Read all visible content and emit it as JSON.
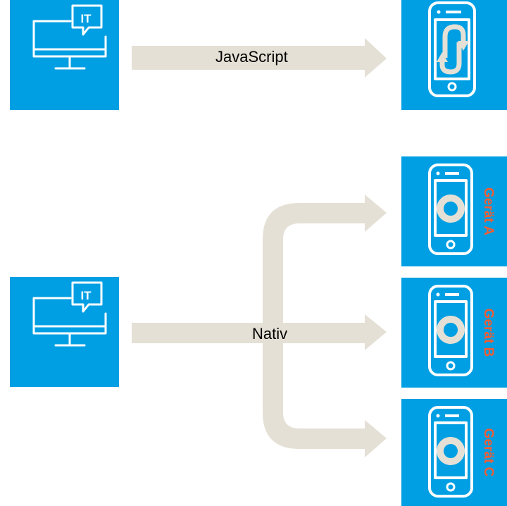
{
  "colors": {
    "tile_background": "#009fe3",
    "arrow_fill": "#e4e0d5",
    "device_label": "#f25c33",
    "icon_stroke": "#ffffff"
  },
  "top_flow": {
    "source_icon": "it-computer-icon",
    "arrow_label": "JavaScript",
    "target_icon": "sync-phone-icon"
  },
  "bottom_flow": {
    "source_icon": "it-computer-icon",
    "arrow_label": "Nativ",
    "targets": [
      {
        "icon": "phone-icon",
        "label": "Gerät A"
      },
      {
        "icon": "phone-icon",
        "label": "Gerät B"
      },
      {
        "icon": "phone-icon",
        "label": "Gerät C"
      }
    ]
  },
  "icon_badge_text": "IT"
}
